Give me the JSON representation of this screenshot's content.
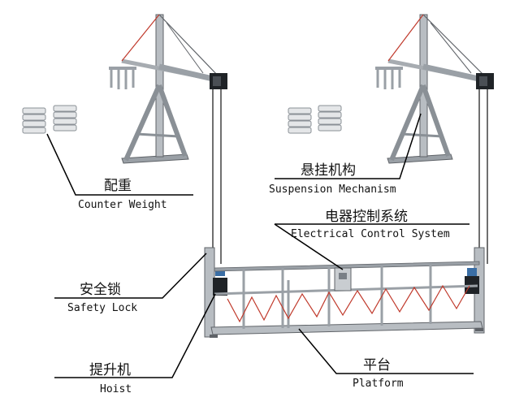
{
  "labels": {
    "counter_weight": {
      "cn": "配重",
      "en": "Counter Weight"
    },
    "suspension": {
      "cn": "悬挂机构",
      "en": "Suspension Mechanism"
    },
    "electrical": {
      "cn": "电器控制系统",
      "en": "Electrical Control System"
    },
    "safety_lock": {
      "cn": "安全锁",
      "en": "Safety Lock"
    },
    "hoist": {
      "cn": "提升机",
      "en": "Hoist"
    },
    "platform": {
      "cn": "平台",
      "en": "Platform"
    }
  },
  "colors": {
    "steel": "#9aa0a6",
    "steel_dark": "#5f6368",
    "motor": "#1f2327",
    "rope": "#222222",
    "stay_cable": "#c0392b",
    "leader": "#000000"
  }
}
